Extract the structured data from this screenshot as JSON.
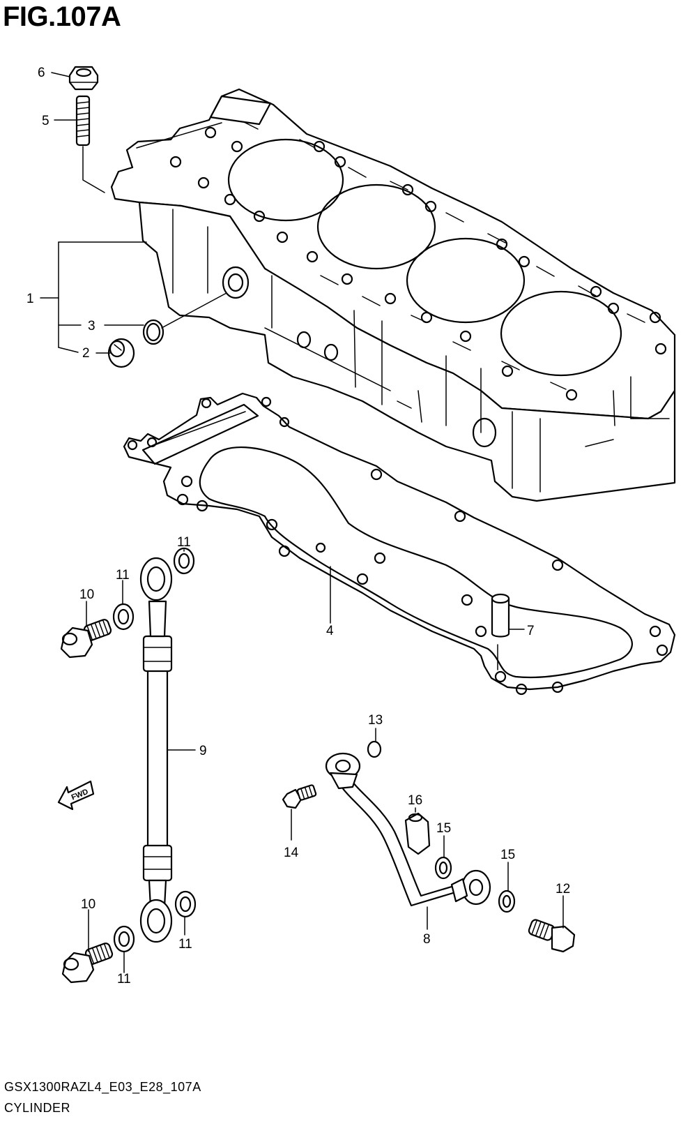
{
  "figure_title": "FIG.107A",
  "fwd_arrow_label": "FWD",
  "callouts": {
    "c1": "1",
    "c2": "2",
    "c3": "3",
    "c4": "4",
    "c5": "5",
    "c6": "6",
    "c7": "7",
    "c8": "8",
    "c9": "9",
    "c10a": "10",
    "c10b": "10",
    "c11a": "11",
    "c11b": "11",
    "c11c": "11",
    "c11d": "11",
    "c12": "12",
    "c13": "13",
    "c14": "14",
    "c15a": "15",
    "c15b": "15",
    "c16": "16"
  },
  "footer": {
    "model_code": "GSX1300RAZL4_E03_E28_107A",
    "section_name": "CYLINDER"
  }
}
